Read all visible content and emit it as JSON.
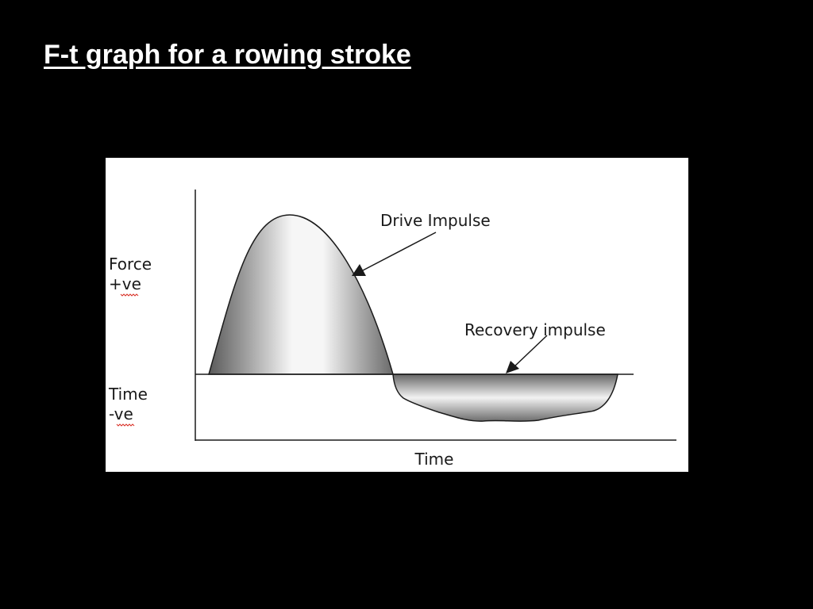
{
  "slide": {
    "title": "F-t graph for a rowing stroke"
  },
  "diagram": {
    "y_label_positive": [
      "Force",
      "+ve"
    ],
    "y_label_negative": [
      "Time",
      "-ve"
    ],
    "x_label": "Time",
    "annotations": {
      "drive": "Drive Impulse",
      "recovery": "Recovery impulse"
    }
  },
  "colors": {
    "background": "#000000",
    "title": "#ffffff",
    "figure_background": "#ffffff",
    "ink": "#1a1a1a",
    "spellcheck_underline": "#d93025"
  }
}
